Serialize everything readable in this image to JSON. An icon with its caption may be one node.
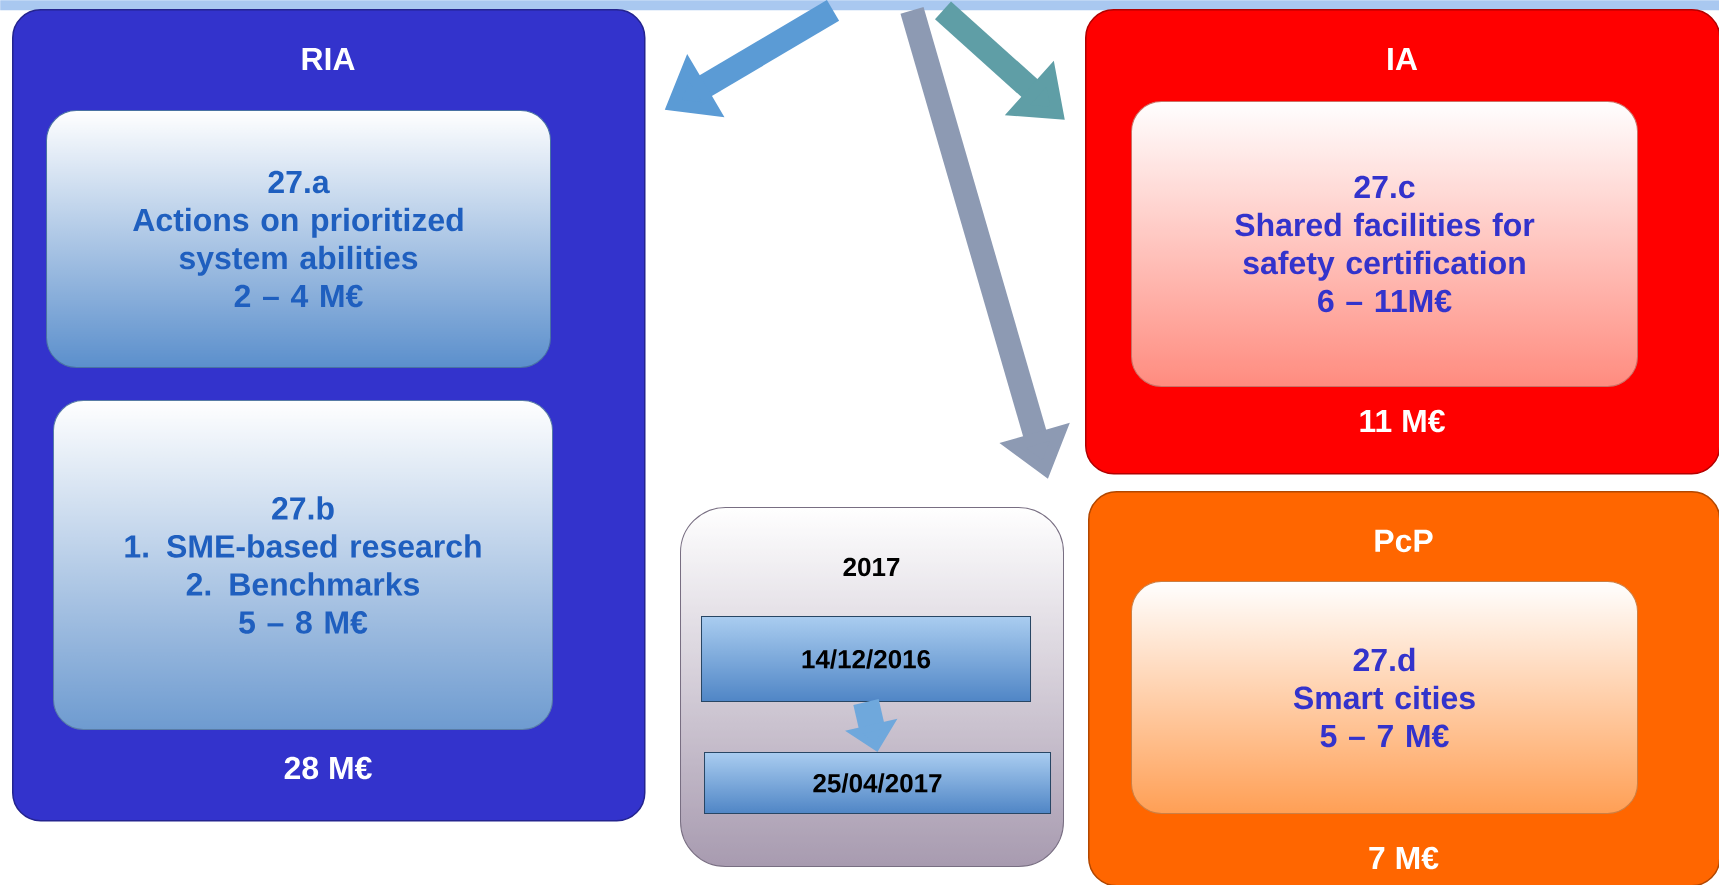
{
  "diagram": {
    "nodes": [
      {
        "text": [],
        "shape": "bar"
      },
      {
        "text": [
          "RIA",
          "28 M€"
        ]
      },
      {
        "text": [
          "27.a",
          "Actions on prioritized system abilities",
          "2 – 4 M€"
        ],
        "in": 1
      },
      {
        "text": [
          "27.b",
          "1. SME-based research",
          "2. Benchmarks",
          "5 – 8 M€"
        ],
        "in": 1
      },
      {
        "text": [
          "2017"
        ]
      },
      {
        "text": [
          "14/12/2016"
        ],
        "in": 4
      },
      {
        "text": [
          "25/04/2017"
        ],
        "in": 4
      },
      {
        "text": [
          "IA",
          "11 M€"
        ]
      },
      {
        "text": [
          "27.c",
          "Shared facilities for safety certification",
          "6 – 11M€"
        ],
        "in": 7
      },
      {
        "text": [
          "PcP",
          "7 M€"
        ]
      },
      {
        "text": [
          "27.d",
          "Smart cities",
          "5 – 7 M€"
        ],
        "in": 9
      }
    ],
    "edges": [
      {
        "from": 0,
        "to": 1,
        "arrow": "to",
        "color": "#5b9bd5"
      },
      {
        "from": 0,
        "to": 9,
        "arrow": "to",
        "color": "#8d9ab3"
      },
      {
        "from": 0,
        "to": 7,
        "arrow": "to",
        "color": "#5f9ea6"
      },
      {
        "from": 5,
        "to": 6,
        "arrow": "to",
        "color": "#6fa8dc"
      }
    ]
  }
}
